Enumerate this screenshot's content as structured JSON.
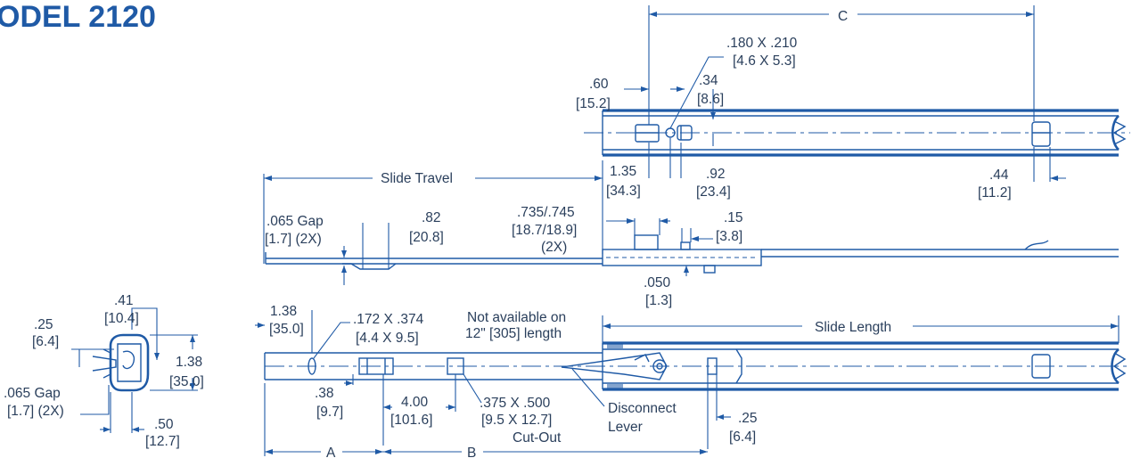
{
  "title": "ODEL 2120",
  "labels": {
    "c": "C",
    "hole_size": ".180 X .210",
    "hole_size_mm": "[4.6 X 5.3]",
    "d060": ".60",
    "d060_mm": "[15.2]",
    "d034": ".34",
    "d034_mm": "[8.6]",
    "d135": "1.35",
    "d135_mm": "[34.3]",
    "d092": ".92",
    "d092_mm": "[23.4]",
    "d044": ".44",
    "d044_mm": "[11.2]",
    "slide_travel": "Slide Travel",
    "gap_top": ".065 Gap",
    "gap_top_mm": "[1.7] (2X)",
    "d082": ".82",
    "d082_mm": "[20.8]",
    "d735": ".735/.745",
    "d735_mm": "[18.7/18.9]",
    "d735_qty": "(2X)",
    "d015": ".15",
    "d015_mm": "[3.8]",
    "d050": ".050",
    "d050_mm": "[1.3]",
    "d041": ".41",
    "d041_mm": "[10.4]",
    "d025a": ".25",
    "d025a_mm": "[6.4]",
    "d138_side": "1.38",
    "d138_side_mm": "[35.0]",
    "gap_side": ".065 Gap",
    "gap_side_mm": "[1.7] (2X)",
    "d050s": ".50",
    "d050s_mm": "[12.7]",
    "d138": "1.38",
    "d138_mm": "[35.0]",
    "slot": ".172 X .374",
    "slot_mm": "[4.4 X 9.5]",
    "note1": "Not available on",
    "note2": "12\" [305] length",
    "slide_length": "Slide Length",
    "d038": ".38",
    "d038_mm": "[9.7]",
    "d400": "4.00",
    "d400_mm": "[101.6]",
    "cutout": ".375 X .500",
    "cutout_mm": "[9.5  X 12.7]",
    "cutout_label": "Cut-Out",
    "lever1": "Disconnect",
    "lever2": "Lever",
    "d025b": ".25",
    "d025b_mm": "[6.4]",
    "a": "A",
    "b": "B"
  },
  "colors": {
    "line": "#1f5aa6",
    "text": "#2a3f5c",
    "title": "#1f5aa6"
  }
}
